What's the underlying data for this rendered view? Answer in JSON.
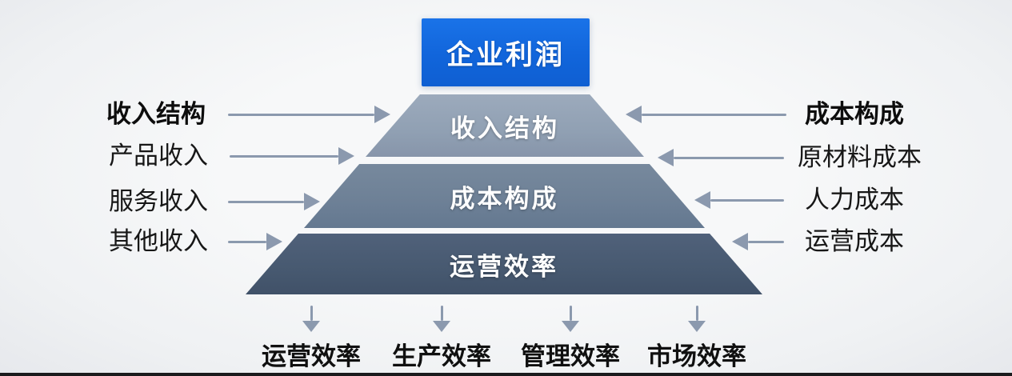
{
  "diagram": {
    "title_box": {
      "label": "企业利润"
    },
    "pyramid_layers": [
      {
        "label": "收入结构"
      },
      {
        "label": "成本构成"
      },
      {
        "label": "运营效率"
      }
    ],
    "left_labels": [
      {
        "label": "收入结构",
        "bold": true
      },
      {
        "label": "产品收入",
        "bold": false
      },
      {
        "label": "服务收入",
        "bold": false
      },
      {
        "label": "其他收入",
        "bold": false
      }
    ],
    "right_labels": [
      {
        "label": "成本构成",
        "bold": true
      },
      {
        "label": "原材料成本",
        "bold": false
      },
      {
        "label": "人力成本",
        "bold": false
      },
      {
        "label": "运营成本",
        "bold": false
      }
    ],
    "bottom_labels": [
      {
        "label": "运营效率"
      },
      {
        "label": "生产效率"
      },
      {
        "label": "管理效率"
      },
      {
        "label": "市场效率"
      }
    ],
    "colors": {
      "title_box_blue": "#1165db",
      "layer1_gray_blue": "#90a0b3",
      "layer2_gray_blue": "#6d8096",
      "layer3_gray_blue": "#475970",
      "arrow_slate": "#8b99ae",
      "text_dark": "#111111",
      "background": "#f2f4f6"
    }
  }
}
